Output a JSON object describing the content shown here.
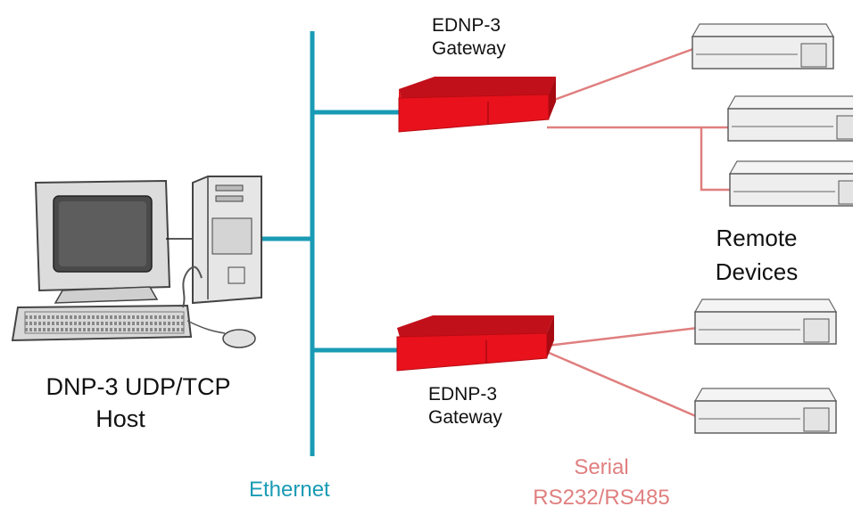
{
  "gateway_top": {
    "line1": "EDNP-3",
    "line2": "Gateway"
  },
  "gateway_bottom": {
    "line1": "EDNP-3",
    "line2": "Gateway"
  },
  "host": {
    "line1": "DNP-3 UDP/TCP",
    "line2": "Host"
  },
  "remote": {
    "line1": "Remote",
    "line2": "Devices"
  },
  "ethernet": {
    "label": "Ethernet"
  },
  "serial": {
    "line1": "Serial",
    "line2": "RS232/RS485"
  },
  "colors": {
    "ethernet": "#1a9bb5",
    "serial": "#e07f7f",
    "gateway": "#e8111c",
    "device": "#eeeeee"
  },
  "icons": [
    "computer-icon",
    "tower-icon",
    "keyboard-icon",
    "mouse-icon",
    "gateway-icon",
    "remote-device-icon"
  ]
}
